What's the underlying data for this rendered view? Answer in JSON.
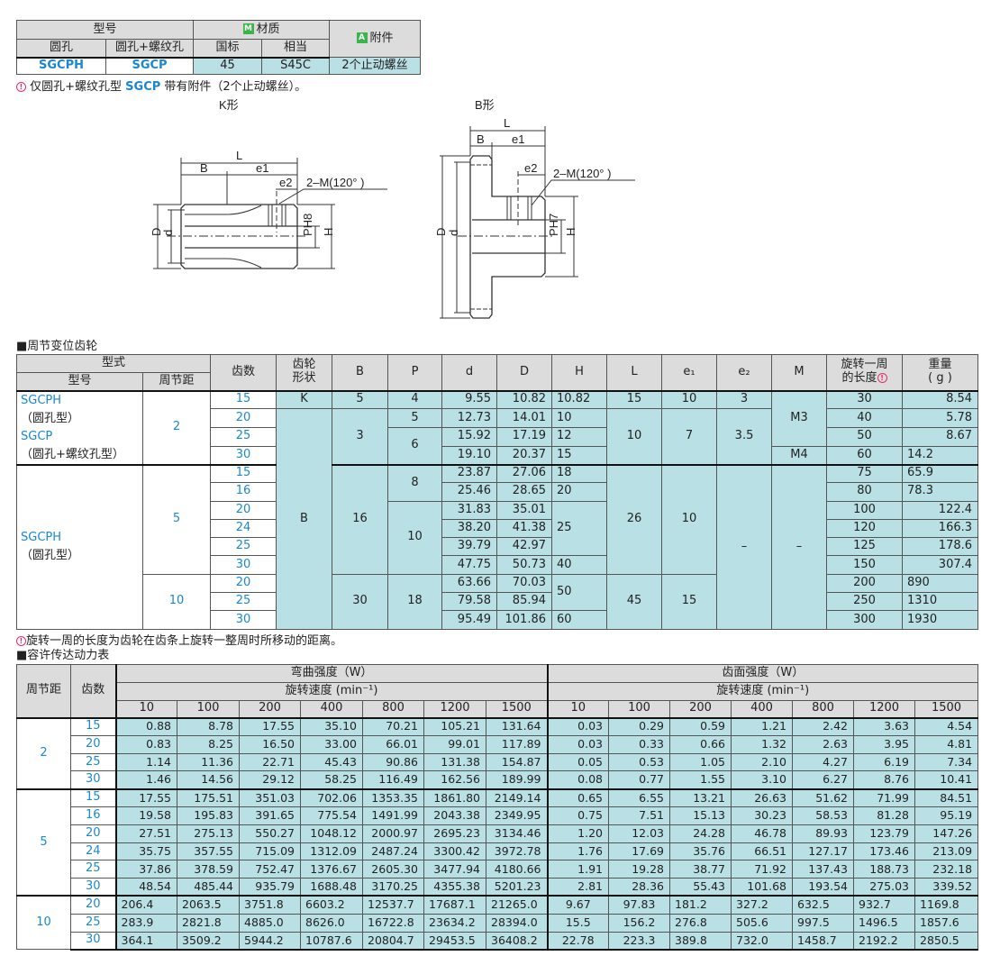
{
  "spec": {
    "model_header": "型号",
    "material_header": "材质",
    "material_badge": "M",
    "attachment_header": "附件",
    "attachment_badge": "A",
    "round_hole": "圆孔",
    "round_threaded": "圆孔+螺纹孔",
    "national_std": "国标",
    "equivalent": "相当",
    "model_round": "SGCPH",
    "model_threaded": "SGCP",
    "material_std": "45",
    "material_eq": "S45C",
    "attachment": "2个止动螺丝",
    "note_prefix": "仅圆孔+螺纹孔型 ",
    "note_model": "SGCP",
    "note_suffix": " 带有附件（2个止动螺丝）。"
  },
  "drawings": {
    "k": {
      "title": "K形",
      "L": "L",
      "B": "B",
      "e1": "e1",
      "e2": "e2",
      "M": "2–M(120°  )",
      "D": "D",
      "d": "d",
      "P": "PH8",
      "H": "H"
    },
    "b": {
      "title": "B形",
      "L": "L",
      "B": "B",
      "e1": "e1",
      "e2": "e2",
      "M": "2–M(120°  )",
      "D": "D",
      "d": "d",
      "P": "PH7",
      "H": "H"
    }
  },
  "main": {
    "section_title": "■周节变位齿轮",
    "headers": {
      "type": "型式",
      "model": "型号",
      "pitch": "周节距",
      "teeth": "齿数",
      "shape": "齿轮\n形状",
      "B": "B",
      "P": "P",
      "d": "d",
      "D": "D",
      "H": "H",
      "L": "L",
      "e1": "e₁",
      "e2": "e₂",
      "M": "M",
      "length": "旋转一周\n的长度",
      "weight": "重量\n( g )"
    },
    "rows": [
      {
        "g": 1,
        "lead": [
          [
            [
              "SGCPH",
              "（圆孔型）",
              "SGCP",
              "（圆孔+螺纹孔型）"
            ],
            4,
            "m"
          ],
          [
            "2",
            4,
            "p"
          ]
        ],
        "t": "15",
        "c": [
          [
            "K",
            1,
            "vc"
          ],
          [
            "5",
            1,
            "vc"
          ],
          [
            "4",
            1,
            "vc"
          ],
          "9.55",
          "10.82",
          [
            "10.82",
            1,
            "vl"
          ],
          [
            "15",
            1,
            "vc"
          ],
          [
            "10",
            1,
            "vc"
          ],
          [
            "3",
            1,
            "vc"
          ],
          [
            "M3",
            3,
            "vc"
          ],
          [
            "30",
            1,
            "vc"
          ],
          "8.54"
        ]
      },
      {
        "t": "20",
        "c": [
          [
            "B",
            12,
            "vc"
          ],
          [
            "3",
            3,
            "vc"
          ],
          [
            "5",
            1,
            "vc"
          ],
          "12.73",
          "14.01",
          [
            "10",
            1,
            "vl"
          ],
          [
            "10",
            3,
            "vc"
          ],
          [
            "7",
            3,
            "vc"
          ],
          [
            "3.5",
            3,
            "vc"
          ],
          [
            "40",
            1,
            "vc"
          ],
          "5.78"
        ]
      },
      {
        "t": "25",
        "c": [
          [
            "6",
            2,
            "vc"
          ],
          "15.92",
          "17.19",
          [
            "12",
            1,
            "vl"
          ],
          [
            "50",
            1,
            "vc"
          ],
          "8.67"
        ]
      },
      {
        "t": "30",
        "c": [
          "19.10",
          "20.37",
          [
            "15",
            1,
            "vl"
          ],
          [
            "M4",
            1,
            "vc"
          ],
          [
            "60",
            1,
            "vc"
          ],
          [
            "14.2",
            1,
            "vl"
          ]
        ]
      },
      {
        "g": 1,
        "lead": [
          [
            [
              "SGCPH",
              "（圆孔型）"
            ],
            9,
            "m"
          ],
          [
            "5",
            6,
            "p"
          ]
        ],
        "t": "15",
        "c": [
          [
            "16",
            6,
            "vc"
          ],
          [
            "8",
            2,
            "vc"
          ],
          "23.87",
          "27.06",
          [
            "18",
            1,
            "vl"
          ],
          [
            "26",
            6,
            "vc"
          ],
          [
            "10",
            6,
            "vc"
          ],
          [
            "–",
            9,
            "vc"
          ],
          [
            "–",
            9,
            "vc"
          ],
          [
            "75",
            1,
            "vc"
          ],
          [
            "65.9",
            1,
            "vl"
          ]
        ]
      },
      {
        "t": "16",
        "c": [
          "25.46",
          "28.65",
          [
            "20",
            1,
            "vl"
          ],
          [
            "80",
            1,
            "vc"
          ],
          [
            "78.3",
            1,
            "vl"
          ]
        ]
      },
      {
        "t": "20",
        "c": [
          [
            "10",
            4,
            "vc"
          ],
          "31.83",
          "35.01",
          [
            "25",
            3,
            "vl"
          ],
          [
            "100",
            1,
            "vc"
          ],
          "122.4"
        ]
      },
      {
        "t": "24",
        "c": [
          "38.20",
          "41.38",
          [
            "120",
            1,
            "vc"
          ],
          "166.3"
        ]
      },
      {
        "t": "25",
        "c": [
          "39.79",
          "42.97",
          [
            "125",
            1,
            "vc"
          ],
          "178.6"
        ]
      },
      {
        "t": "30",
        "c": [
          "47.75",
          "50.73",
          [
            "40",
            1,
            "vl"
          ],
          [
            "150",
            1,
            "vc"
          ],
          "307.4"
        ]
      },
      {
        "lead": [
          [
            "10",
            3,
            "p"
          ]
        ],
        "t": "20",
        "c": [
          [
            "30",
            3,
            "vc"
          ],
          [
            "18",
            3,
            "vc"
          ],
          "63.66",
          "70.03",
          [
            "50",
            2,
            "vl"
          ],
          [
            "45",
            3,
            "vc"
          ],
          [
            "15",
            3,
            "vc"
          ],
          [
            "200",
            1,
            "vc"
          ],
          [
            "890",
            1,
            "vl"
          ]
        ]
      },
      {
        "t": "25",
        "c": [
          "79.58",
          "85.94",
          [
            "250",
            1,
            "vc"
          ],
          [
            "1310",
            1,
            "vl"
          ]
        ]
      },
      {
        "t": "30",
        "c": [
          "95.49",
          "101.86",
          [
            "60",
            1,
            "vl"
          ],
          [
            "300",
            1,
            "vc"
          ],
          [
            "1930",
            1,
            "vl"
          ]
        ]
      }
    ],
    "note": "旋转一周的长度为齿轮在齿条上旋转一整周时所移动的距离。"
  },
  "power": {
    "section_title": "■容许传达动力表",
    "headers": {
      "pitch": "周节距",
      "teeth": "齿数",
      "bending": "弯曲强度（W）",
      "surface": "齿面强度（W）",
      "speed": "旋转速度 (min⁻¹)"
    },
    "speeds": [
      "10",
      "100",
      "200",
      "400",
      "800",
      "1200",
      "1500"
    ],
    "rows": [
      {
        "p": "2",
        "prs": 4,
        "t": "15",
        "v": [
          "0.88",
          "8.78",
          "17.55",
          "35.10",
          "70.21",
          "105.21",
          "131.64",
          "0.03",
          "0.29",
          "0.59",
          "1.21",
          "2.42",
          "3.63",
          "4.54"
        ]
      },
      {
        "t": "20",
        "v": [
          "0.83",
          "8.25",
          "16.50",
          "33.00",
          "66.01",
          "99.01",
          "117.89",
          "0.03",
          "0.33",
          "0.66",
          "1.32",
          "2.63",
          "3.95",
          "4.81"
        ]
      },
      {
        "t": "25",
        "v": [
          "1.14",
          "11.36",
          "22.71",
          "45.43",
          "90.86",
          "131.38",
          "154.87",
          "0.05",
          "0.53",
          "1.05",
          "2.10",
          "4.27",
          "6.19",
          "7.34"
        ]
      },
      {
        "t": "30",
        "v": [
          "1.46",
          "14.56",
          "29.12",
          "58.25",
          "116.49",
          "162.56",
          "189.99",
          "0.08",
          "0.77",
          "1.55",
          "3.10",
          "6.27",
          "8.76",
          "10.41"
        ]
      },
      {
        "p": "5",
        "prs": 6,
        "t": "15",
        "v": [
          "17.55",
          "175.51",
          "351.03",
          "702.06",
          "1353.35",
          "1861.80",
          "2149.14",
          "0.65",
          "6.55",
          "13.21",
          "26.63",
          "51.62",
          "71.99",
          "84.51"
        ]
      },
      {
        "t": "16",
        "v": [
          "19.58",
          "195.83",
          "391.65",
          "775.54",
          "1491.99",
          "2043.38",
          "2349.95",
          "0.75",
          "7.51",
          "15.13",
          "30.23",
          "58.53",
          "81.28",
          "95.19"
        ]
      },
      {
        "t": "20",
        "v": [
          "27.51",
          "275.13",
          "550.27",
          "1048.12",
          "2000.97",
          "2695.23",
          "3134.46",
          "1.20",
          "12.03",
          "24.28",
          "46.78",
          "89.93",
          "123.79",
          "147.26"
        ]
      },
      {
        "t": "24",
        "v": [
          "35.75",
          "357.55",
          "715.09",
          "1312.09",
          "2487.24",
          "3300.42",
          "3972.78",
          "1.76",
          "17.69",
          "35.76",
          "66.51",
          "127.17",
          "173.46",
          "213.09"
        ]
      },
      {
        "t": "25",
        "v": [
          "37.86",
          "378.59",
          "752.47",
          "1376.67",
          "2605.30",
          "3477.94",
          "4180.66",
          "1.91",
          "19.28",
          "38.77",
          "71.92",
          "137.43",
          "188.73",
          "232.18"
        ]
      },
      {
        "t": "30",
        "v": [
          "48.54",
          "485.44",
          "935.79",
          "1688.48",
          "3170.25",
          "4355.38",
          "5201.23",
          "2.81",
          "28.36",
          "55.43",
          "101.68",
          "193.54",
          "275.03",
          "339.52"
        ]
      },
      {
        "p": "10",
        "prs": 3,
        "t": "20",
        "v": [
          "206.4",
          "2063.5",
          "3751.8",
          "6603.2",
          "12537.7",
          "17687.1",
          "21265.0",
          "9.67",
          "97.83",
          "181.2",
          "327.2",
          "632.5",
          "932.7",
          "1169.8"
        ]
      },
      {
        "t": "25",
        "v": [
          "283.9",
          "2821.8",
          "4885.0",
          "8626.0",
          "16722.8",
          "23634.2",
          "28394.0",
          "15.5",
          "156.2",
          "276.8",
          "505.6",
          "997.5",
          "1496.5",
          "1857.6"
        ]
      },
      {
        "t": "30",
        "v": [
          "364.1",
          "3509.2",
          "5944.2",
          "10787.6",
          "20804.7",
          "29453.5",
          "36408.2",
          "22.78",
          "223.3",
          "389.8",
          "732.0",
          "1458.7",
          "2192.2",
          "2850.5"
        ]
      }
    ]
  },
  "colors": {
    "accent_blue": "#1a88d0",
    "cell_blue": "#b9e0e5",
    "header_gray": "#dcdcdc",
    "warn": "#e0306a"
  }
}
